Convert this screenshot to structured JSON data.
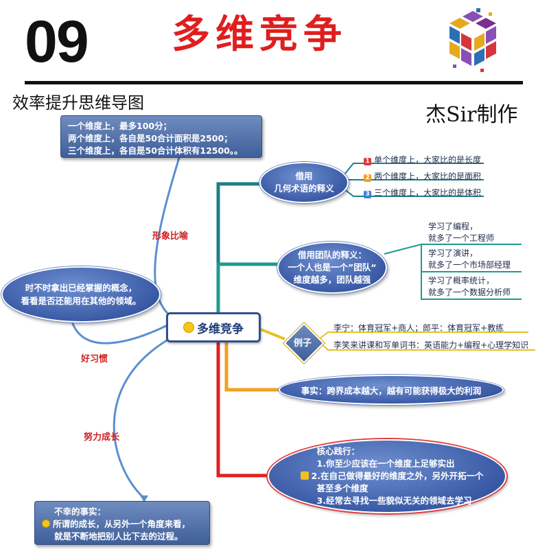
{
  "header": {
    "number": "09",
    "title": "多维竞争",
    "subtitle": "效率提升思维导图",
    "author": "杰Sir制作"
  },
  "center": {
    "label": "多维竞争"
  },
  "left": {
    "top_box": {
      "lines": [
        "一个维度上，最多100分；",
        "两个维度上，各自是50合计面积是2500；",
        "三个维度上，各自是50合计体积有12500。。"
      ]
    },
    "top_relation": "形象比喻",
    "mid_ellipse": {
      "lines": [
        "时不时拿出已经掌握的概念，",
        "看看是否还能用在其他的领域。"
      ]
    },
    "mid_relation": "好习惯",
    "bottom_relation": "努力成长",
    "bottom_box": {
      "lines": [
        "不幸的事实：",
        "所谓的成长，从另外一个角度来看，",
        "就是不断地把别人比下去的过程。"
      ]
    }
  },
  "right": {
    "geometry": {
      "lines": [
        "借用",
        "几何术语的释义"
      ],
      "items": [
        {
          "badge": "1",
          "text": "单个维度上，大家比的是长度",
          "color": "#e03a3a"
        },
        {
          "badge": "2",
          "text": "两个维度上，大家比的是面积",
          "color": "#f0a020"
        },
        {
          "badge": "3",
          "text": "三个维度上，大家比的是体积",
          "color": "#3a7fd5"
        }
      ]
    },
    "team": {
      "lines": [
        "借用团队的释义：",
        "一个人也是一个”团队“",
        "维度越多，团队越强"
      ],
      "items": [
        {
          "l1": "学习了编程，",
          "l2": "就多了一个工程师"
        },
        {
          "l1": "学习了演讲，",
          "l2": "就多了一个市场部经理"
        },
        {
          "l1": "学习了概率统计，",
          "l2": "就多了一个数据分析师"
        }
      ]
    },
    "example": {
      "label": "例子",
      "items": [
        "李宁：体育冠军+商人；郎平：体育冠军+教练",
        "李笑来讲课和写单词书：英语能力+编程+心理学知识"
      ]
    },
    "fact": {
      "text": "事实：跨界成本越大，越有可能获得极大的利润"
    },
    "core": {
      "lines": [
        "核心践行：",
        "1.你至少应该在一个维度上足够实出",
        "2.在自己做得最好的维度之外，另外开拓一个",
        "甚至多个维度",
        "3.经常去寻找一些貌似无关的领域去学习"
      ]
    }
  },
  "colors": {
    "title_red": "#e01e1e",
    "branch_teal": "#1f7f86",
    "branch_orange": "#f0a020",
    "branch_red": "#e02020",
    "curve_blue": "#5a8fcf"
  }
}
